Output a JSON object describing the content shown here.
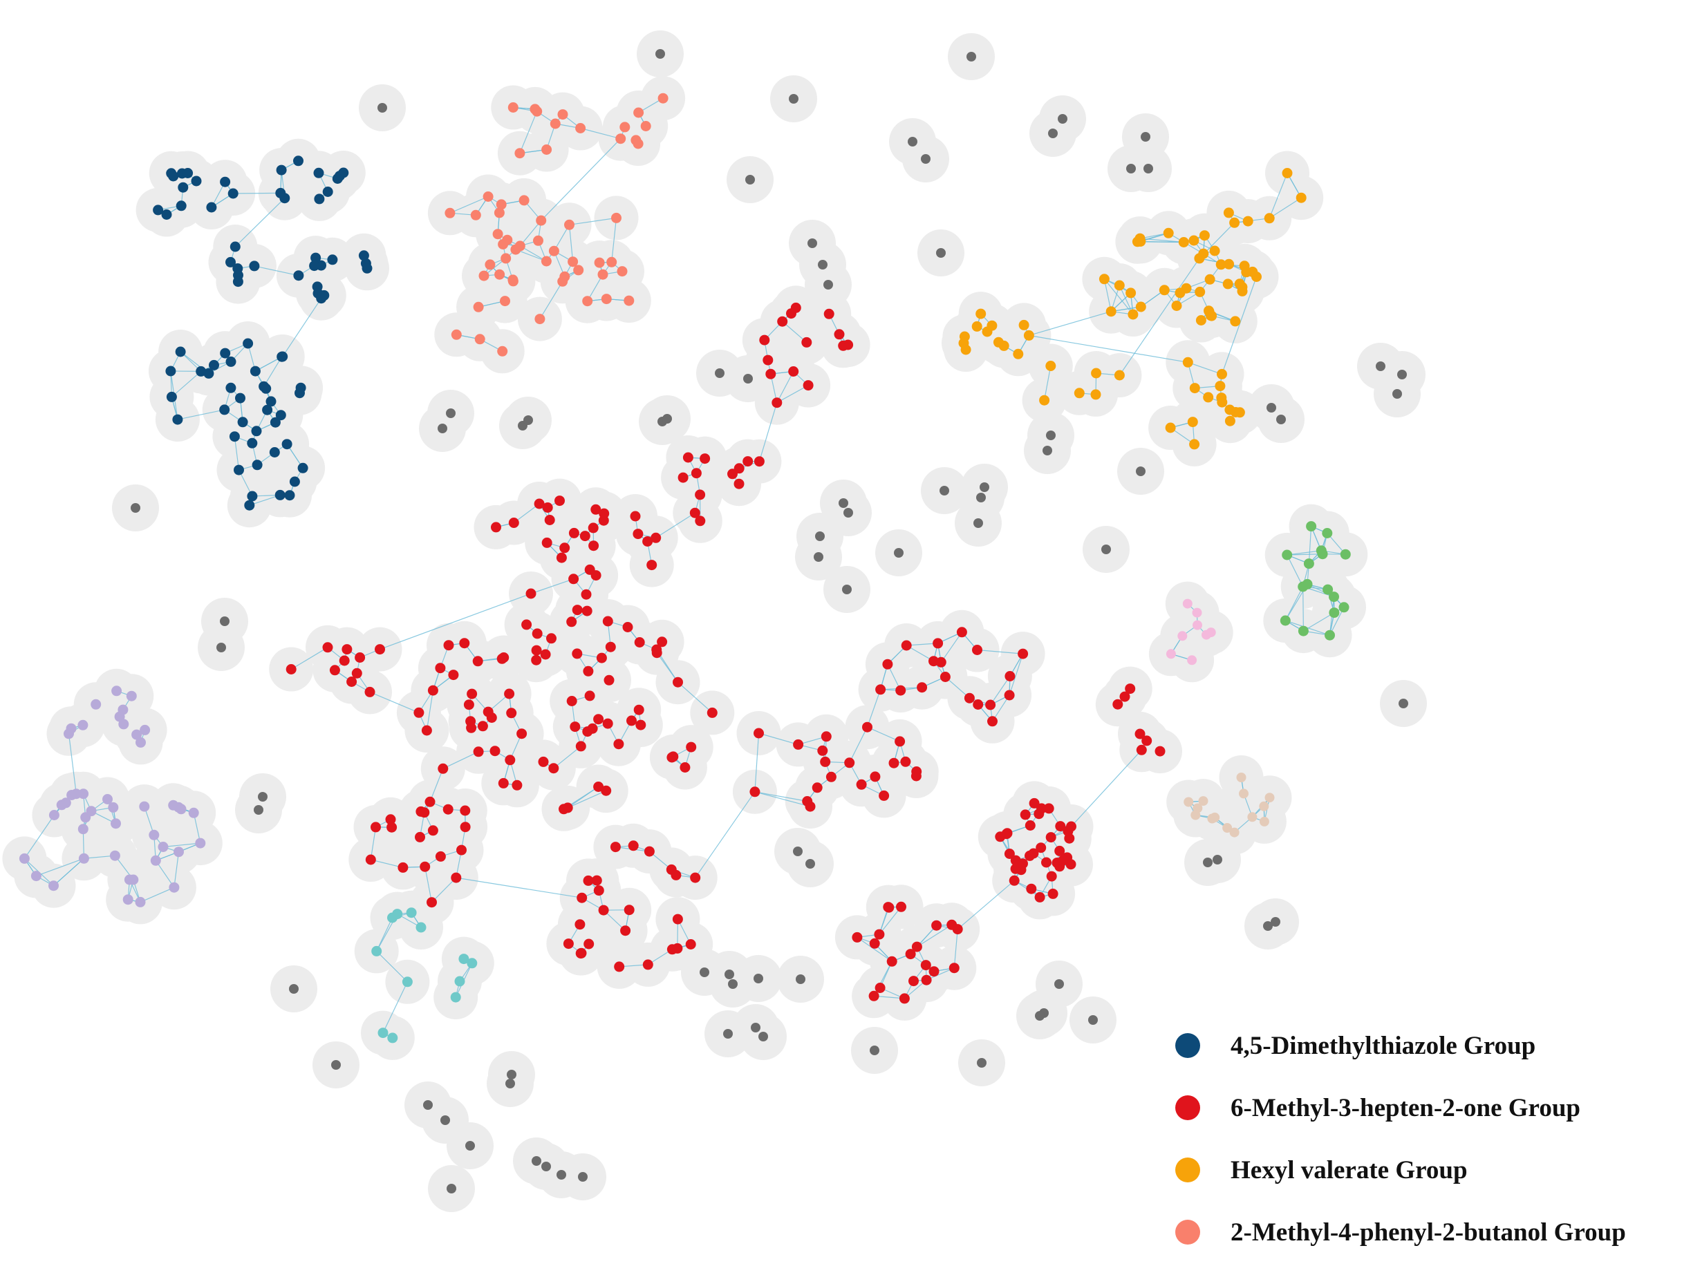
{
  "colors": {
    "halo": "#ececec",
    "edge": "#6bbcd8",
    "dimethylthiazole": "#0d4a78",
    "methylheptenone": "#e0141c",
    "hexylvalerate": "#f7a30a",
    "phenylbutanol": "#f9806c",
    "lavender": "#b7aad9",
    "teal": "#6ec9c9",
    "green": "#6cbf65",
    "pink": "#f4b9dc",
    "beige": "#e4cbb9",
    "gray": "#6b6b6b"
  },
  "legend": [
    {
      "label": "4,5-Dimethylthiazole Group",
      "color": "#0d4a78"
    },
    {
      "label": "6-Methyl-3-hepten-2-one Group",
      "color": "#e0141c"
    },
    {
      "label": "Hexyl valerate Group",
      "color": "#f7a30a"
    },
    {
      "label": "2-Methyl-4-phenyl-2-butanol Group",
      "color": "#f9806c"
    }
  ]
}
